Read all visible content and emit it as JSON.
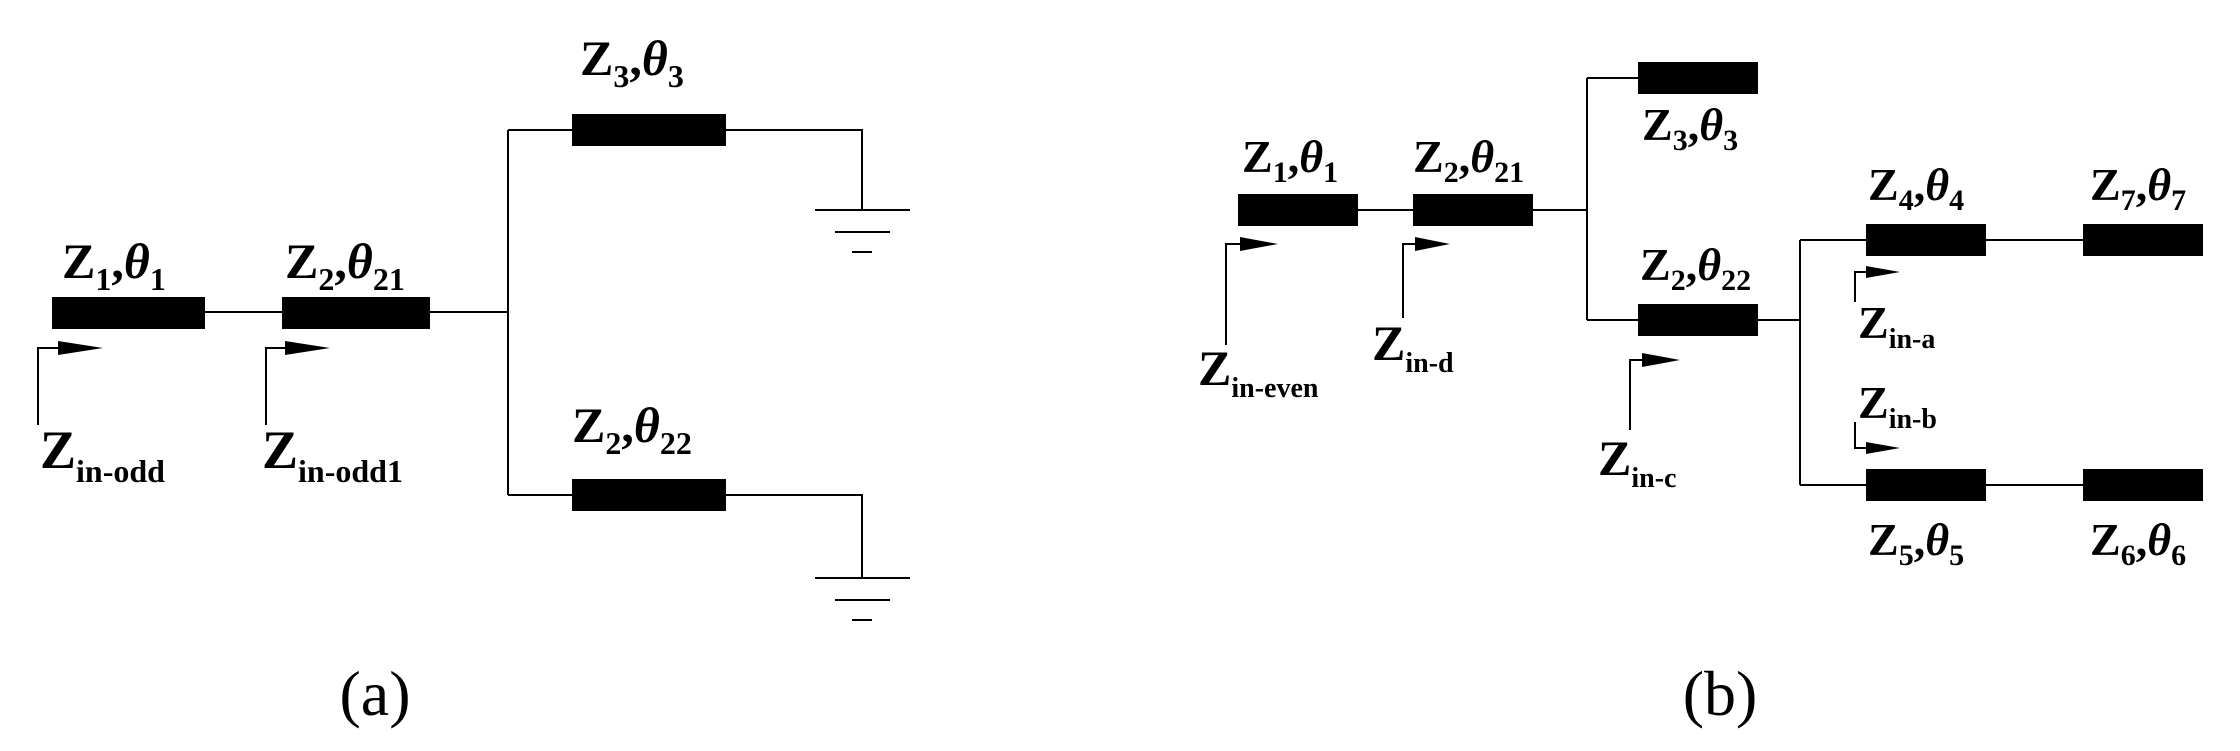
{
  "panels": [
    {
      "caption": "(a)",
      "segments": [
        {
          "Z": "Z",
          "Zsub": "1",
          "th": "θ",
          "thsub": "1"
        },
        {
          "Z": "Z",
          "Zsub": "2",
          "th": "θ",
          "thsub": "21"
        },
        {
          "Z": "Z",
          "Zsub": "3",
          "th": "θ",
          "thsub": "3"
        },
        {
          "Z": "Z",
          "Zsub": "2",
          "th": "θ",
          "thsub": "22"
        }
      ],
      "ports": [
        {
          "Z": "Z",
          "sub": "in-odd"
        },
        {
          "Z": "Z",
          "sub": "in-odd1"
        }
      ]
    },
    {
      "caption": "(b)",
      "segments": [
        {
          "Z": "Z",
          "Zsub": "1",
          "th": "θ",
          "thsub": "1"
        },
        {
          "Z": "Z",
          "Zsub": "2",
          "th": "θ",
          "thsub": "21"
        },
        {
          "Z": "Z",
          "Zsub": "3",
          "th": "θ",
          "thsub": "3"
        },
        {
          "Z": "Z",
          "Zsub": "2",
          "th": "θ",
          "thsub": "22"
        },
        {
          "Z": "Z",
          "Zsub": "4",
          "th": "θ",
          "thsub": "4"
        },
        {
          "Z": "Z",
          "Zsub": "7",
          "th": "θ",
          "thsub": "7"
        },
        {
          "Z": "Z",
          "Zsub": "5",
          "th": "θ",
          "thsub": "5"
        },
        {
          "Z": "Z",
          "Zsub": "6",
          "th": "θ",
          "thsub": "6"
        }
      ],
      "ports": [
        {
          "Z": "Z",
          "sub": "in-even"
        },
        {
          "Z": "Z",
          "sub": "in-d"
        },
        {
          "Z": "Z",
          "sub": "in-c"
        },
        {
          "Z": "Z",
          "sub": "in-a"
        },
        {
          "Z": "Z",
          "sub": "in-b"
        }
      ]
    }
  ]
}
